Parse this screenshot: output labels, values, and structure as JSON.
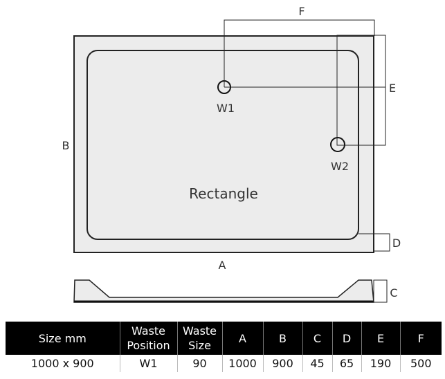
{
  "diagram": {
    "labels": {
      "F": "F",
      "E": "E",
      "B": "B",
      "A": "A",
      "D": "D",
      "C": "C",
      "W1": "W1",
      "W2": "W2",
      "shape": "Rectangle"
    },
    "colors": {
      "tray_fill": "#ececec",
      "stroke": "#222222"
    }
  },
  "table": {
    "headers": [
      [
        "Size mm"
      ],
      [
        "Waste",
        "Position"
      ],
      [
        "Waste",
        "Size"
      ],
      [
        "A"
      ],
      [
        "B"
      ],
      [
        "C"
      ],
      [
        "D"
      ],
      [
        "E"
      ],
      [
        "F"
      ]
    ],
    "row": [
      "1000 x 900",
      "W1",
      "90",
      "1000",
      "900",
      "45",
      "65",
      "190",
      "500"
    ]
  }
}
